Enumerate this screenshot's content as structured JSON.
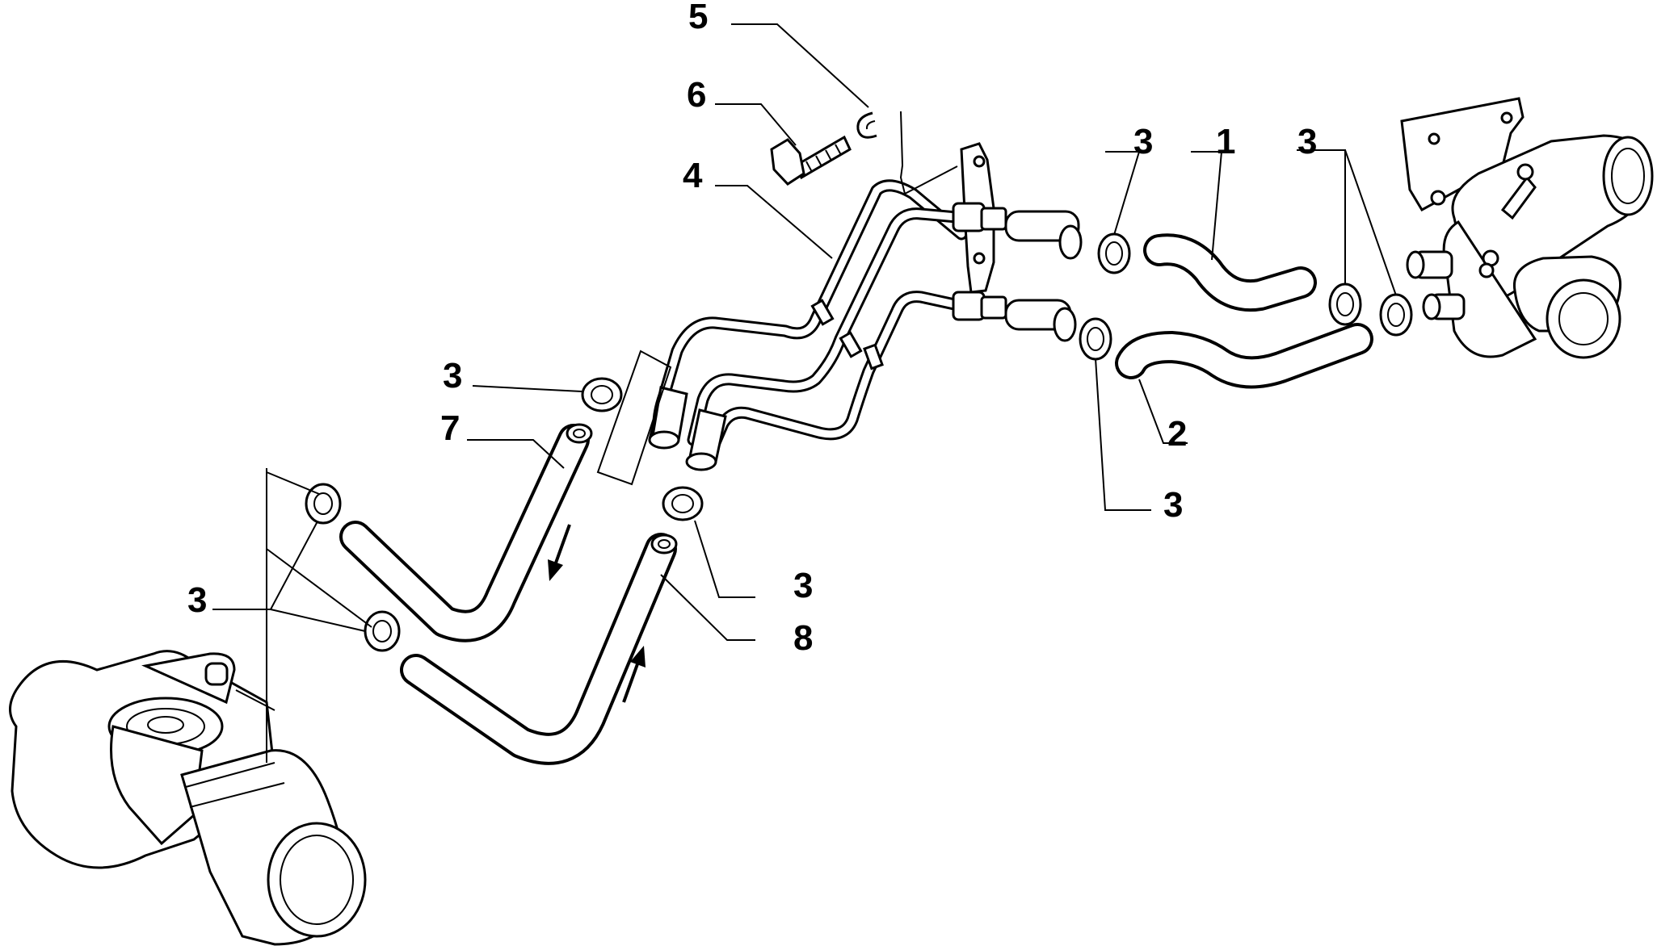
{
  "callouts": {
    "c1": "1",
    "c2": "2",
    "c3a": "3",
    "c3b": "3",
    "c3c": "3",
    "c3d": "3",
    "c3e": "3",
    "c3f": "3",
    "c4": "4",
    "c5": "5",
    "c6": "6",
    "c7": "7",
    "c8": "8"
  },
  "colors": {
    "line": "#000000",
    "background": "#ffffff"
  },
  "icons": {
    "flow": "arrow-icon"
  }
}
